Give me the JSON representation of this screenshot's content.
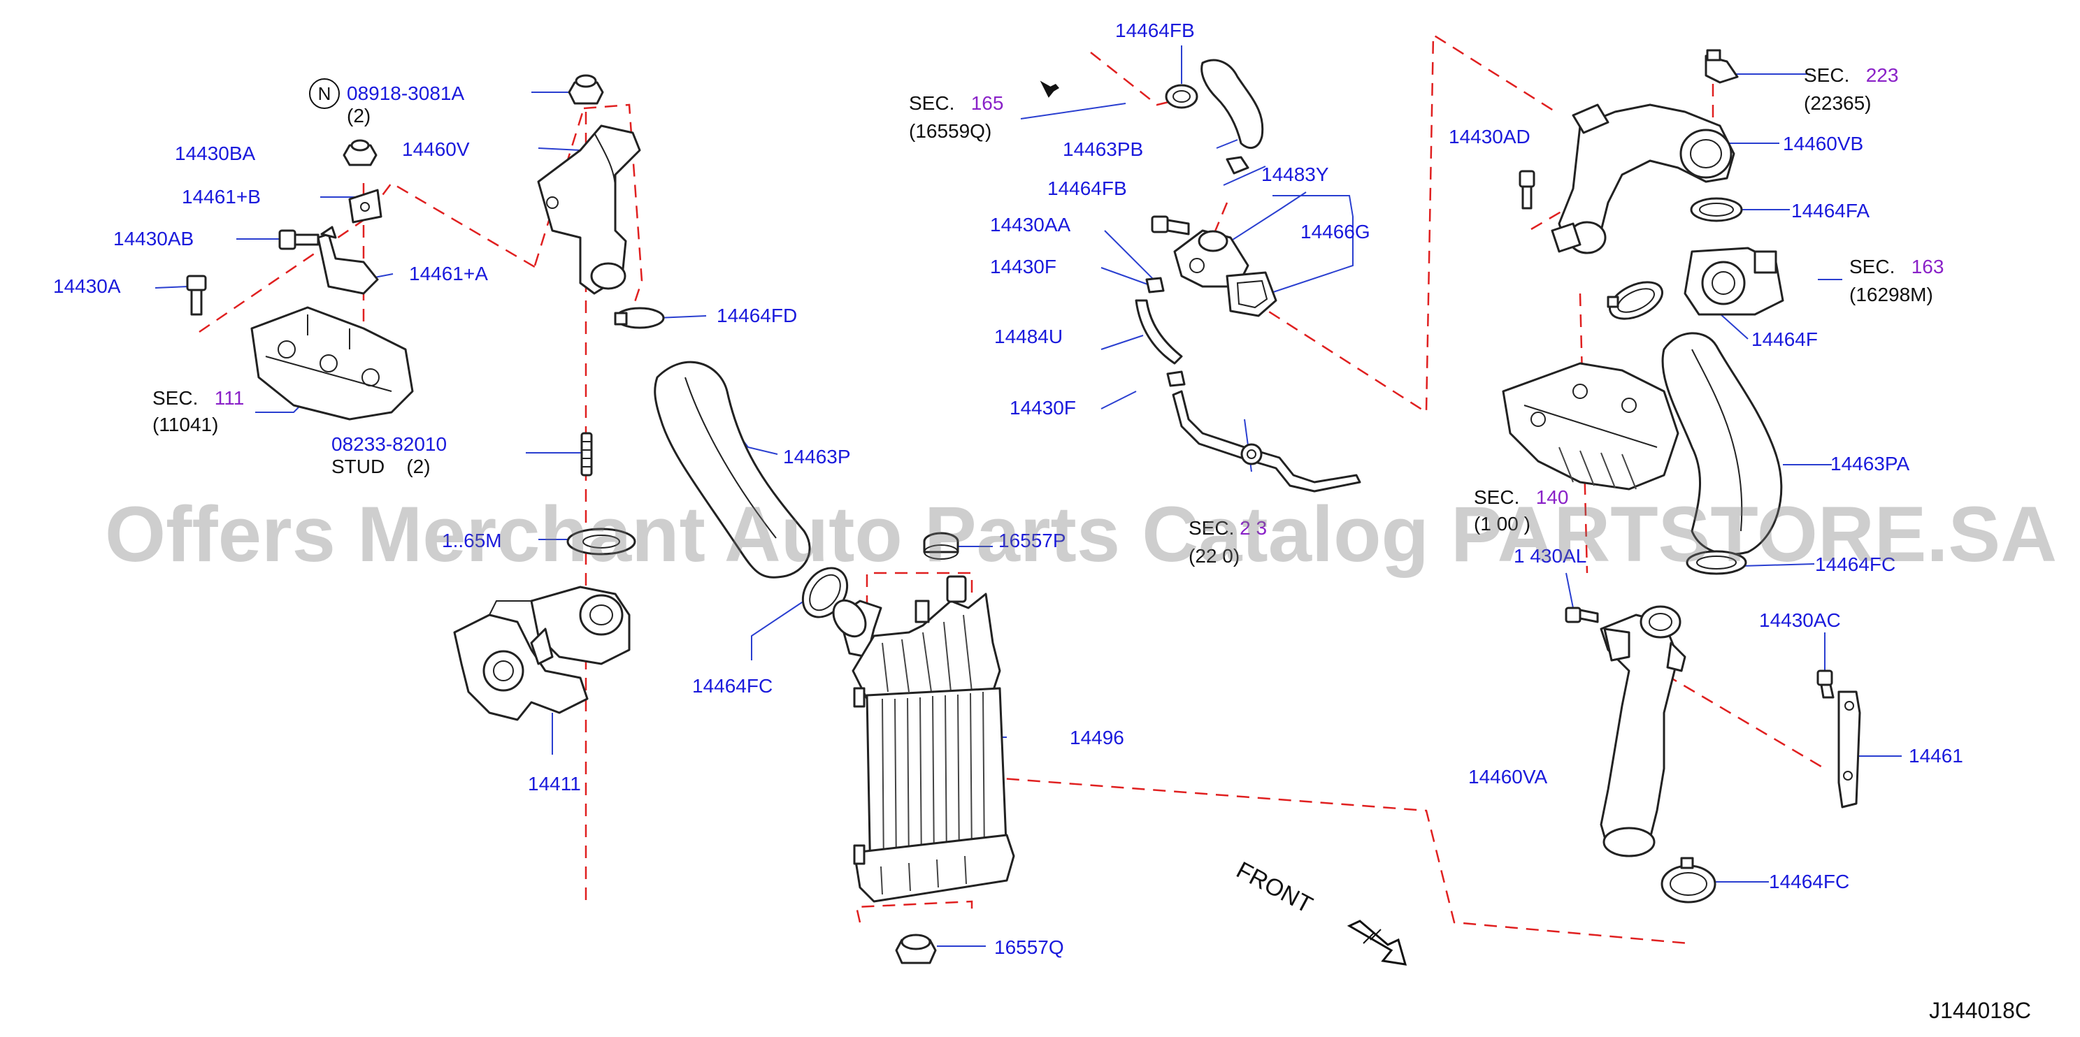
{
  "diagram": {
    "code": "J144018C",
    "watermark": "Offers Merchant Auto Parts Catalog PARTSTORE.SA",
    "front_label": "FRONT",
    "n_symbol": "N",
    "sec_word": "SEC.",
    "colors": {
      "part": "#1a1adc",
      "sec_number": "#8a22c8",
      "text": "#111111",
      "leader_dash": "#e02020",
      "watermark": "#7a7a7a"
    }
  },
  "parts": {
    "p08918": "08918-3081A",
    "p08918_qty": "(2)",
    "p14430BA": "14430BA",
    "p14461B": "14461+B",
    "p14430AB": "14430AB",
    "p14430A": "14430A",
    "p14460V": "14460V",
    "p14461A": "14461+A",
    "p14464FD": "14464FD",
    "sec111_num": "111",
    "sec111_sub": "(11041)",
    "p08233": "08233-82010",
    "p08233_note": "STUD",
    "p08233_qty": "(2)",
    "p14463P": "14463P",
    "p_gasket_left": "1..65M",
    "p16557P": "16557P",
    "p14464FC_mid": "14464FC",
    "p14411": "14411",
    "p14496": "14496",
    "p16557Q": "16557Q",
    "p14464FB_top": "14464FB",
    "sec165_num": "165",
    "sec165_sub": "(16559Q)",
    "p14463PB": "14463PB",
    "p14464FB": "14464FB",
    "p14483Y": "14483Y",
    "p14430AA": "14430AA",
    "p14466G": "14466G",
    "p14430F_a": "14430F",
    "p14484U": "14484U",
    "p14430F_b": "14430F",
    "sec_mid_num": "2 3",
    "sec_mid_sub": "(22 0)",
    "sec223_num": "223",
    "sec223_sub": "(22365)",
    "p14430AD": "14430AD",
    "p14460VB": "14460VB",
    "p14464FA": "14464FA",
    "sec163_num": "163",
    "sec163_sub": "(16298M)",
    "p14464F": "14464F",
    "p14463PA": "14463PA",
    "sec140_num": "140",
    "sec140_sub": "(1 00 )",
    "p14430AL": "1 430AL",
    "p14464FC_r1": "14464FC",
    "p14430AC": "14430AC",
    "p14461": "14461",
    "p14460VA": "14460VA",
    "p14464FC_r2": "14464FC"
  }
}
